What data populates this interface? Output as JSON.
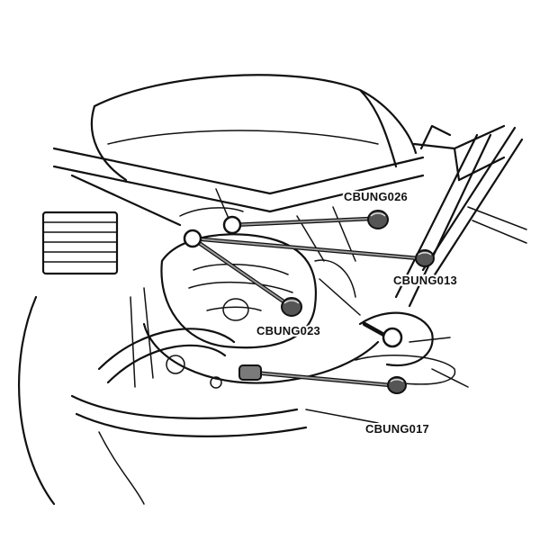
{
  "callouts": [
    {
      "id": "cbung026",
      "label": "CBUNG026"
    },
    {
      "id": "cbung013",
      "label": "CBUNG013"
    },
    {
      "id": "cbung023",
      "label": "CBUNG023"
    },
    {
      "id": "cbung017",
      "label": "CBUNG017"
    }
  ],
  "colors": {
    "line_art": "#111111",
    "plug_fill": "#555555",
    "background": "#ffffff"
  }
}
